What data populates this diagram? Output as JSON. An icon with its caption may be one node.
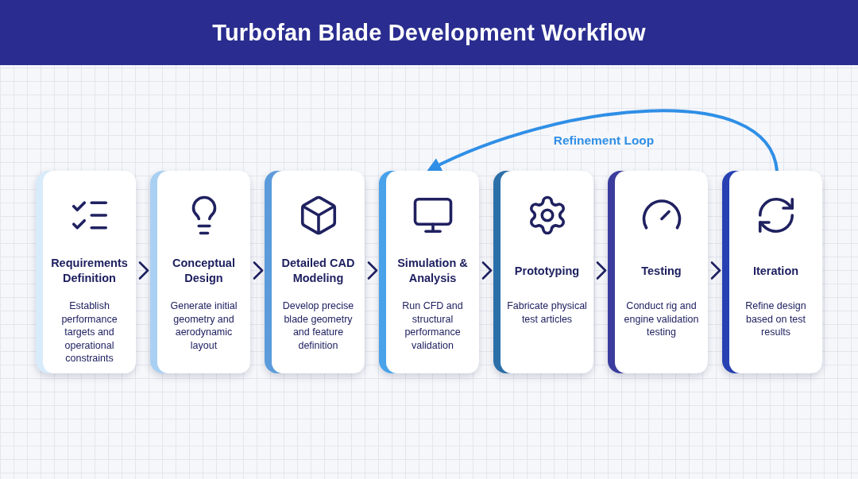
{
  "diagram": {
    "title": "Turbofan Blade Development Workflow",
    "nodes": [
      {
        "text": [
          "Requirements Definition",
          "Establish performance targets and operational constraints"
        ]
      },
      {
        "text": [
          "Conceptual Design",
          "Generate initial geometry and aerodynamic layout"
        ]
      },
      {
        "text": [
          "Detailed CAD Modeling",
          "Develop precise blade geometry and feature definition"
        ]
      },
      {
        "text": [
          "Simulation & Analysis",
          "Run CFD and structural performance validation"
        ]
      },
      {
        "text": [
          "Prototyping",
          "Fabricate physical test articles"
        ]
      },
      {
        "text": [
          "Testing",
          "Conduct rig and engine validation testing"
        ]
      },
      {
        "text": [
          "Iteration",
          "Refine design based on test results"
        ]
      }
    ],
    "edges": [
      {
        "from": 0,
        "to": 1,
        "arrow": "to"
      },
      {
        "from": 1,
        "to": 2,
        "arrow": "to"
      },
      {
        "from": 2,
        "to": 3,
        "arrow": "to"
      },
      {
        "from": 3,
        "to": 4,
        "arrow": "to"
      },
      {
        "from": 4,
        "to": 5,
        "arrow": "to"
      },
      {
        "from": 5,
        "to": 6,
        "arrow": "to"
      },
      {
        "from": 6,
        "to": 3,
        "arrow": "to",
        "label": "Refinement Loop",
        "color": "#2f8fe6"
      }
    ]
  }
}
